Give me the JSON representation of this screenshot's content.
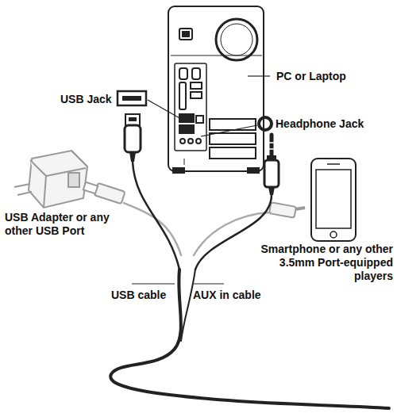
{
  "diagram": {
    "labels": [
      "PC or Laptop",
      "USB Jack",
      "Headphone Jack",
      "USB Adapter or any other USB Port",
      "Smartphone or any other 3.5mm Port-equipped players",
      "USB cable",
      "AUX in cable"
    ]
  }
}
